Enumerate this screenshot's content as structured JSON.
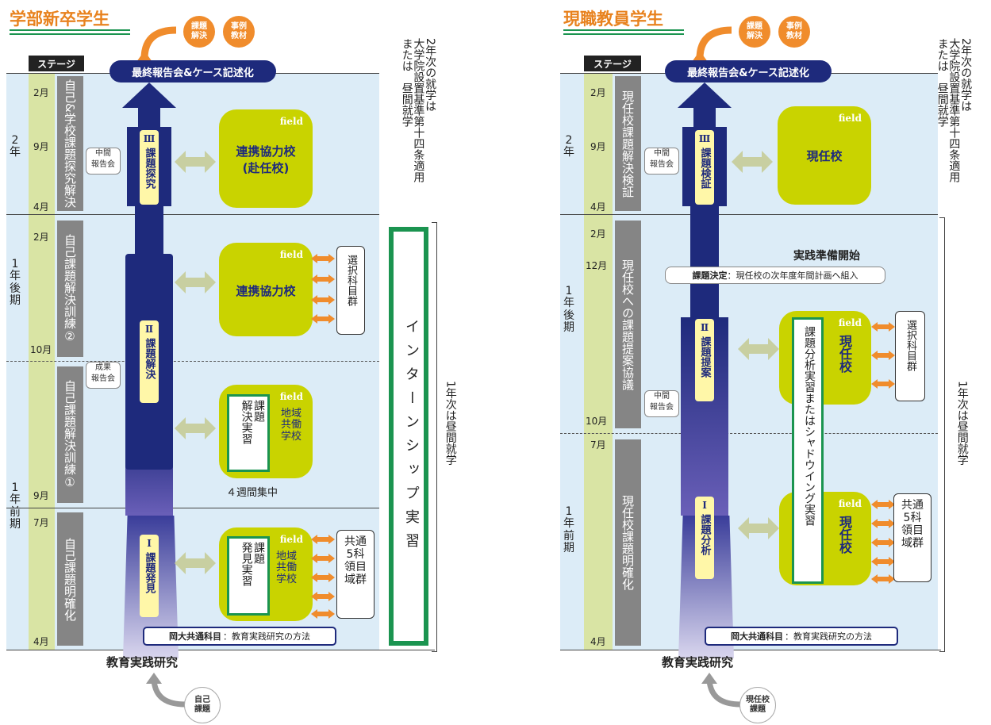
{
  "colors": {
    "orange": "#e8821e",
    "green": "#1b9450",
    "navy": "#1e2a7c",
    "field": "#c9d300",
    "stage": "#d9e4a4",
    "bg": "#dcecf7"
  },
  "top": {
    "circle1": "課題\n解決",
    "circle2": "事例\n教材",
    "final": "最終報告会&ケース記述化",
    "stage": "ステージ",
    "field_word": "field",
    "common_bold": "岡大共通科目",
    "common_rest": "：教育実践研究の方法",
    "bottom": "教育実践研究"
  },
  "left": {
    "title": "学部新卒学生",
    "year2": "2\n年",
    "year1b": "1\n年\n後\n期",
    "year1a": "1\n年\n前\n期",
    "months": {
      "m2_feb": "2月",
      "m2_sep": "9月",
      "m2_apr": "4月",
      "m1_feb": "2月",
      "m1_oct": "10月",
      "m1_sep": "9月",
      "m1_jul": "7月",
      "m1_apr": "4月"
    },
    "stages": {
      "s1": "自己&学校課題探究解決",
      "s2": "自己課題解決訓練②",
      "s3": "自己課題解決訓練①",
      "s4": "自己課題明確化"
    },
    "phases": {
      "p3_num": "Ⅲ",
      "p3": "課題探究",
      "p2_num": "Ⅱ",
      "p2": "課題解決",
      "p1_num": "Ⅰ",
      "p1": "課題発見"
    },
    "midreport": "中間\n報告会",
    "result": "成果\n報告会",
    "field1": "連携協力校\n(赴任校)",
    "field2": "連携協力校",
    "field3_box": "課題\n解決実習",
    "field3": "地域\n共働\n学校",
    "field3_sub": "４週間集中",
    "field4_box": "課題\n発見実習",
    "field4": "地域\n共働\n学校",
    "elective": "選択科目群",
    "common5": "共通\n5科\n領目\n域群",
    "internship": "インターンシップ実習",
    "side_top": "2年次の就学は\n大学院設置基準第十四条適用\nまたは　昼間就学",
    "side_bottom": "1年次は昼間就学",
    "self": "自己\n課題"
  },
  "right": {
    "title": "現職教員学生",
    "year2": "2\n年",
    "year1b": "1\n年\n後\n期",
    "year1a": "1\n年\n前\n期",
    "months": {
      "m2_feb": "2月",
      "m2_sep": "9月",
      "m2_apr": "4月",
      "m1_feb": "2月",
      "m1_dec": "12月",
      "m1_oct": "10月",
      "m1_jul": "7月",
      "m1_apr": "4月"
    },
    "stages": {
      "s1": "現任校課題解決検証",
      "s2": "現任校への課題提案協議",
      "s3": "現任校課題明確化"
    },
    "phases": {
      "p3_num": "Ⅲ",
      "p3": "課題検証",
      "p2_num": "Ⅱ",
      "p2": "課題提案",
      "p1_num": "Ⅰ",
      "p1": "課題分析"
    },
    "midreport1": "中間\n報告会",
    "midreport2": "中間\n報告会",
    "field1": "現任校",
    "field2": "現任校",
    "field3": "現任校",
    "prep": "実践準備開始",
    "decision_bold": "課題決定",
    "decision_rest": "：現任校の次年度年間計画へ組入",
    "shadow": "課題分析実習またはシャドウイング実習",
    "elective": "選択科目群",
    "common5": "共通\n5科\n領目\n域群",
    "side_top": "2年次の就学は\n大学院設置基準第十四条適用\nまたは　昼間就学",
    "side_bottom": "1年次は昼間就学",
    "self": "現任校\n課題"
  }
}
